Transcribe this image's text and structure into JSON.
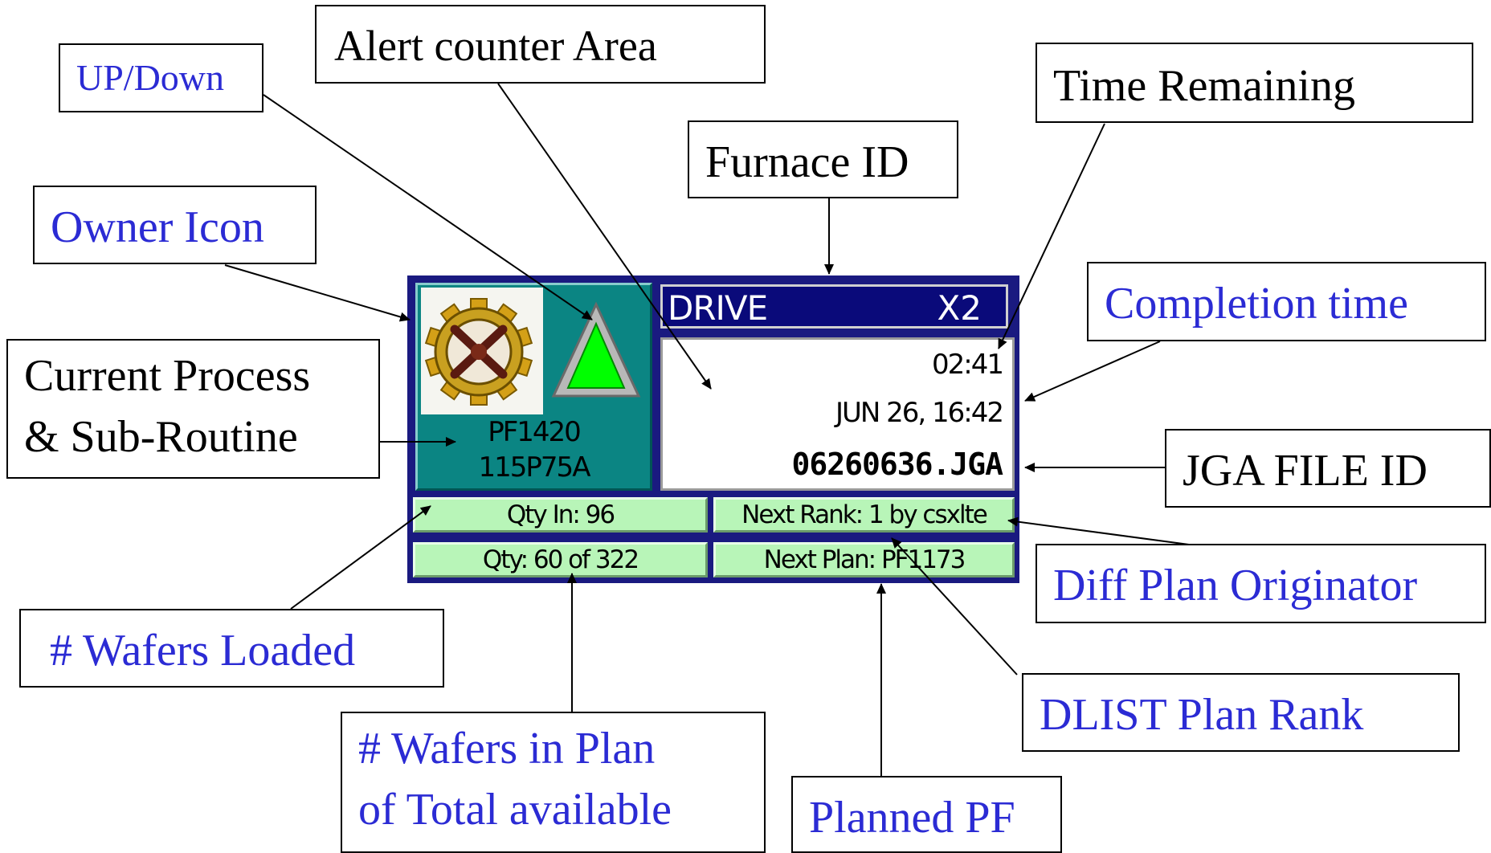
{
  "callouts": {
    "up_down": "UP/Down",
    "alert_counter": "Alert counter Area",
    "time_remaining": "Time Remaining",
    "furnace_id": "Furnace ID",
    "owner_icon": "Owner Icon",
    "completion_time": "Completion time",
    "current_process_line1": "Current Process",
    "current_process_line2": "& Sub-Routine",
    "jga_file_id": "JGA FILE ID",
    "diff_plan_originator": "Diff Plan Originator",
    "wafers_loaded": "# Wafers Loaded",
    "dlist_plan_rank": "DLIST Plan Rank",
    "wafers_in_plan_line1": "# Wafers in Plan",
    "wafers_in_plan_line2": "of Total available",
    "planned_pf": "Planned PF"
  },
  "widget": {
    "furnace_id": "DRIVE",
    "furnace_suffix": "X2",
    "process": "PF1420",
    "sub_routine": "115P75A",
    "time_remaining": "02:41",
    "completion_time": "JUN 26, 16:42",
    "jga_file": "06260636.JGA",
    "qty_in": "Qty In: 96",
    "next_rank": "Next Rank: 1 by csxlte",
    "qty_plan": "Qty: 60 of 322",
    "next_plan": "Next Plan: PF1173",
    "up_down_state": "up-triangle-icon",
    "owner_icon": "gear-wheel-icon"
  },
  "colors": {
    "label_blue": "#2b2bd4",
    "widget_frame": "#1a1a80",
    "owner_panel": "#0b8583",
    "title_bar": "#0a0a7a",
    "status_pill": "#b8f5b8",
    "arrow_green": "#00ff00",
    "gear_gold": "#d4a017"
  }
}
